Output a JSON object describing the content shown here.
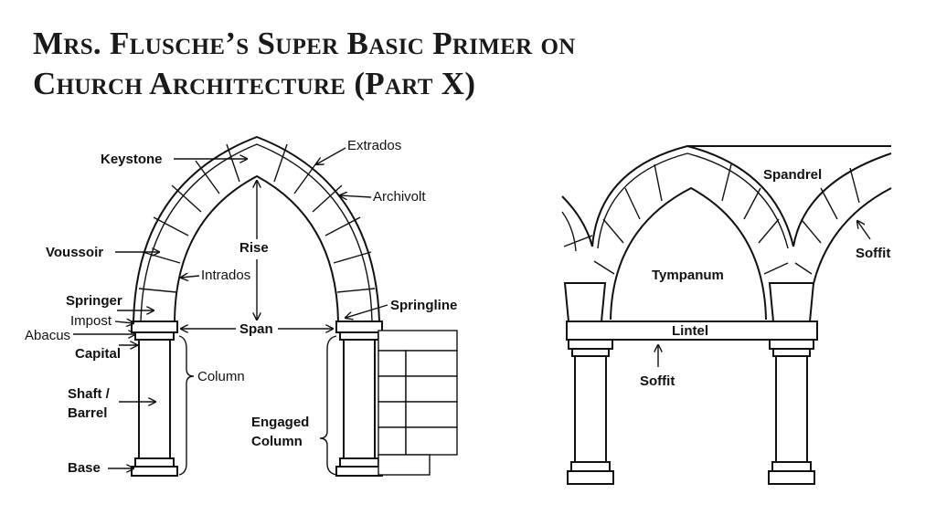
{
  "title": {
    "line1": "Mrs. Flusche’s  Super Basic Primer on",
    "line2": "Church Architecture (Part X)"
  },
  "left_labels": {
    "keystone": "Keystone",
    "extrados": "Extrados",
    "archivolt": "Archivolt",
    "rise": "Rise",
    "voussoir": "Voussoir",
    "intrados": "Intrados",
    "springer": "Springer",
    "impost": "Impost",
    "springline": "Springline",
    "abacus": "Abacus",
    "span": "Span",
    "capital": "Capital",
    "column": "Column",
    "shaft_line1": "Shaft /",
    "shaft_line2": "Barrel",
    "engaged_line1": "Engaged",
    "engaged_line2": "Column",
    "base": "Base"
  },
  "right_labels": {
    "spandrel": "Spandrel",
    "soffit_right": "Soffit",
    "tympanum": "Tympanum",
    "lintel": "Lintel",
    "soffit_bottom": "Soffit"
  }
}
